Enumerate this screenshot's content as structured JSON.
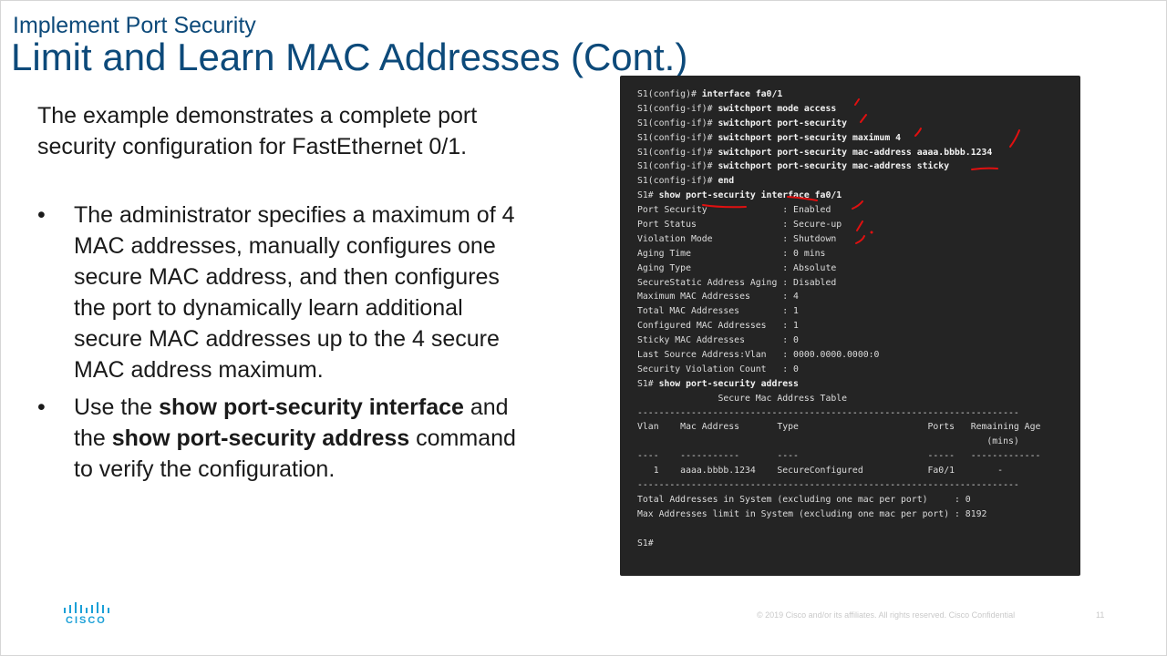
{
  "header": {
    "kicker": "Implement Port Security",
    "title": "Limit and Learn MAC Addresses (Cont.)"
  },
  "body": {
    "intro": "The example demonstrates a complete port security configuration for FastEthernet 0/1.",
    "bullet1": "The administrator specifies a maximum of 4 MAC addresses, manually configures one secure MAC address, and then configures the port to dynamically learn additional secure MAC addresses up to the 4 secure MAC address maximum.",
    "bullet2": {
      "t1": "Use the ",
      "b1": "show port-security interface",
      "t2": " and the ",
      "b2": "show port-security address",
      "t3": " command to verify the configuration."
    }
  },
  "terminal": {
    "lines": [
      {
        "prompt": "S1(config)# ",
        "cmd": "interface fa0/1"
      },
      {
        "prompt": "S1(config-if)# ",
        "cmd": "switchport mode access"
      },
      {
        "prompt": "S1(config-if)# ",
        "cmd": "switchport port-security"
      },
      {
        "prompt": "S1(config-if)# ",
        "cmd": "switchport port-security maximum 4"
      },
      {
        "prompt": "S1(config-if)# ",
        "cmd": "switchport port-security mac-address aaaa.bbbb.1234"
      },
      {
        "prompt": "S1(config-if)# ",
        "cmd": "switchport port-security mac-address sticky"
      },
      {
        "prompt": "S1(config-if)# ",
        "cmd": "end"
      },
      {
        "prompt": "S1# ",
        "cmd": "show port-security interface fa0/1"
      },
      {
        "prompt": "Port Security              : Enabled",
        "cmd": ""
      },
      {
        "prompt": "Port Status                : Secure-up",
        "cmd": ""
      },
      {
        "prompt": "Violation Mode             : Shutdown",
        "cmd": ""
      },
      {
        "prompt": "Aging Time                 : 0 mins",
        "cmd": ""
      },
      {
        "prompt": "Aging Type                 : Absolute",
        "cmd": ""
      },
      {
        "prompt": "SecureStatic Address Aging : Disabled",
        "cmd": ""
      },
      {
        "prompt": "Maximum MAC Addresses      : 4",
        "cmd": ""
      },
      {
        "prompt": "Total MAC Addresses        : 1",
        "cmd": ""
      },
      {
        "prompt": "Configured MAC Addresses   : 1",
        "cmd": ""
      },
      {
        "prompt": "Sticky MAC Addresses       : 0",
        "cmd": ""
      },
      {
        "prompt": "Last Source Address:Vlan   : 0000.0000.0000:0",
        "cmd": ""
      },
      {
        "prompt": "Security Violation Count   : 0",
        "cmd": ""
      },
      {
        "prompt": "S1# ",
        "cmd": "show port-security address"
      },
      {
        "prompt": "               Secure Mac Address Table",
        "cmd": ""
      },
      {
        "prompt": "-----------------------------------------------------------------------",
        "cmd": ""
      },
      {
        "prompt": "Vlan    Mac Address       Type                        Ports   Remaining Age",
        "cmd": ""
      },
      {
        "prompt": "                                                                 (mins)",
        "cmd": ""
      },
      {
        "prompt": "----    -----------       ----                        -----   -------------",
        "cmd": ""
      },
      {
        "prompt": "   1    aaaa.bbbb.1234    SecureConfigured            Fa0/1        -",
        "cmd": ""
      },
      {
        "prompt": "-----------------------------------------------------------------------",
        "cmd": ""
      },
      {
        "prompt": "Total Addresses in System (excluding one mac per port)     : 0",
        "cmd": ""
      },
      {
        "prompt": "Max Addresses limit in System (excluding one mac per port) : 8192",
        "cmd": ""
      },
      {
        "prompt": "",
        "cmd": ""
      },
      {
        "prompt": "S1#",
        "cmd": ""
      }
    ]
  },
  "footer": {
    "logo_text": "CISCO",
    "copyright": "© 2019  Cisco and/or its affiliates. All rights reserved.   Cisco Confidential",
    "page": "11"
  },
  "colors": {
    "title": "#0d4a7a",
    "terminal_bg": "#242424",
    "annotation_ink": "#e01010",
    "logo": "#1ba0d7"
  }
}
